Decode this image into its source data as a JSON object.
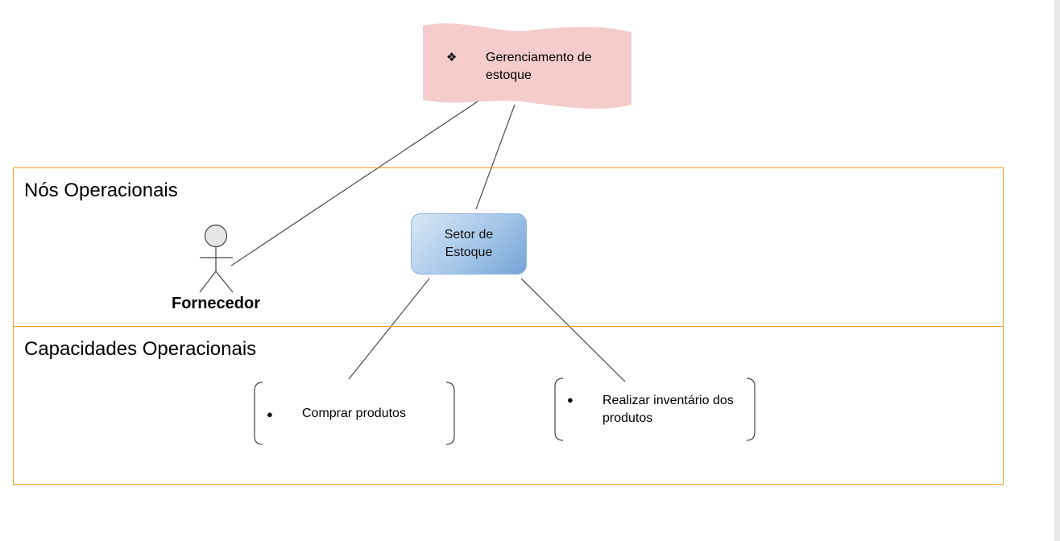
{
  "goal": {
    "bullet": "❖",
    "text": "Gerenciamento de estoque",
    "fill": "#f4cccc"
  },
  "lanes": {
    "nos": {
      "title": "Nós Operacionais"
    },
    "cap": {
      "title": "Capacidades Operacionais"
    },
    "border_color": "#f59f20"
  },
  "actor": {
    "label": "Fornecedor",
    "icon": "stick-figure-icon"
  },
  "node": {
    "label": "Setor de Estoque"
  },
  "capabilities": [
    {
      "bullet": "●",
      "text": "Comprar produtos"
    },
    {
      "bullet": "●",
      "text": "Realizar inventário dos produtos"
    }
  ]
}
